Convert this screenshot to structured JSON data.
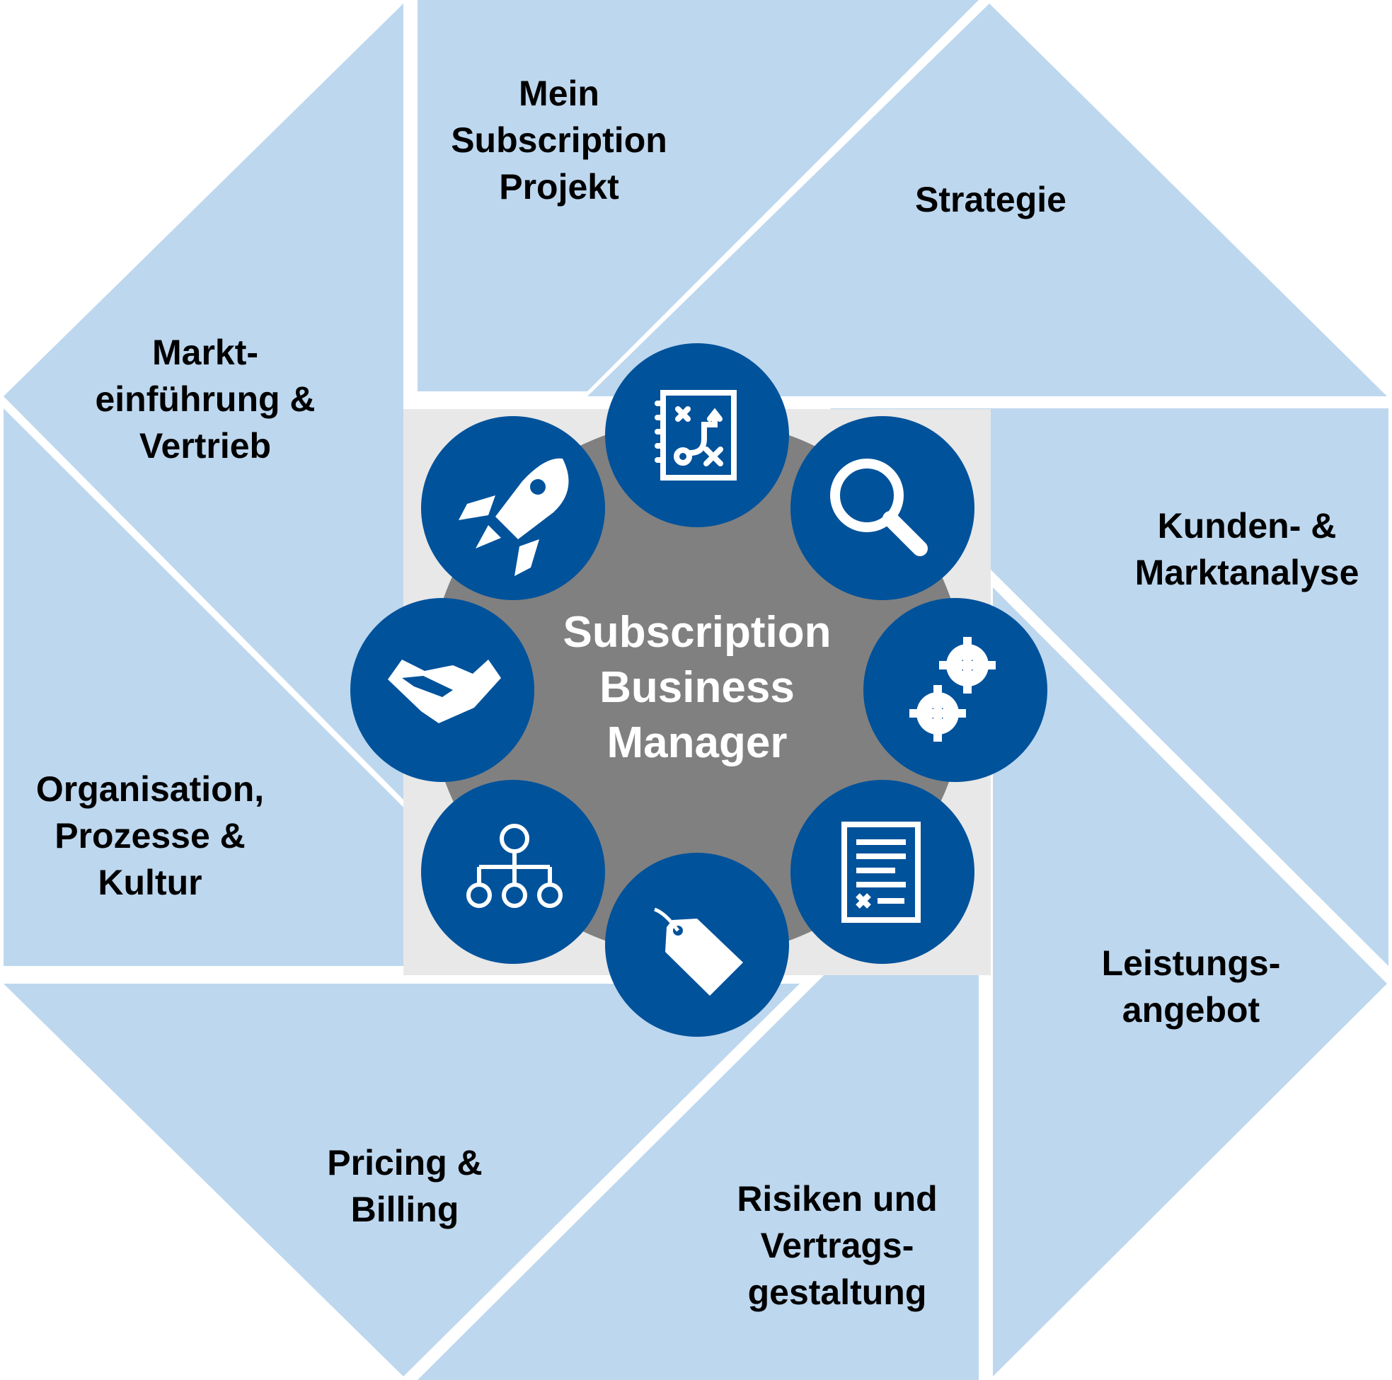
{
  "center_title": "Subscription\nBusiness\nManager",
  "segments": [
    {
      "label": "Mein\nSubscription\nProjekt"
    },
    {
      "label": "Strategie"
    },
    {
      "label": "Kunden- &\nMarktanalyse"
    },
    {
      "label": "Leistungs-\nangebot"
    },
    {
      "label": "Risiken und\nVertrags-\ngestaltung"
    },
    {
      "label": "Pricing &\nBilling"
    },
    {
      "label": "Organisation,\nProzesse &\nKultur"
    },
    {
      "label": "Markt-\neinführung &\nVertrieb"
    }
  ],
  "icons": [
    "strategy-plan-icon",
    "magnifier-icon",
    "gears-icon",
    "contract-icon",
    "price-tag-icon",
    "org-chart-icon",
    "handshake-icon",
    "rocket-icon"
  ],
  "colors": {
    "segment_fill": "#bdd7ee",
    "hub_fill": "#808080",
    "icon_circle": "#00529b",
    "icon_glyph": "#ffffff"
  }
}
